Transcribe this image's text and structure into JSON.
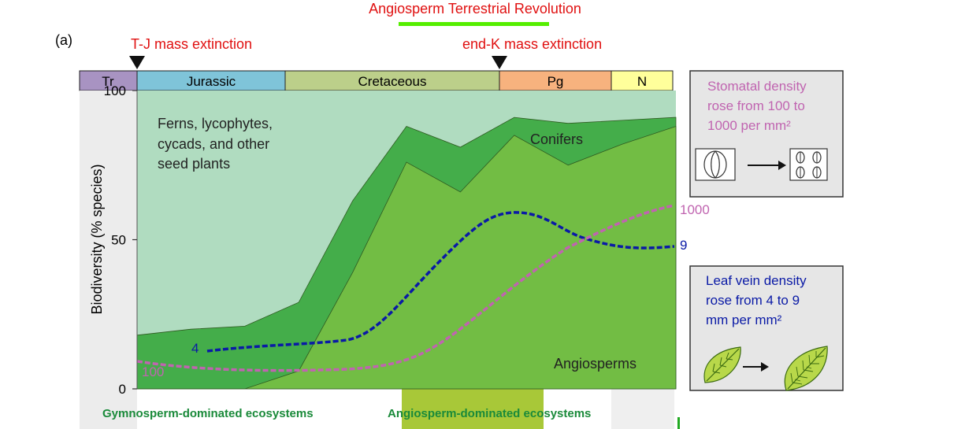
{
  "panel_label": "(a)",
  "header": {
    "title": "Angiosperm Terrestrial Revolution"
  },
  "events": {
    "tj": "T-J mass extinction",
    "endk": "end-K mass extinction"
  },
  "periods": [
    "Tr",
    "Jurassic",
    "Cretaceous",
    "Pg",
    "N"
  ],
  "colors": {
    "tr": "#a893c2",
    "jurassic": "#7fc4d9",
    "cretaceous": "#bccf8a",
    "pg": "#f7b27e",
    "n": "#ffff9b",
    "ferns_area": "#b0dcc0",
    "conifer_area": "#44ad4a",
    "angio_area": "#72bd44",
    "vein_line": "#0a1aa6",
    "stomata_line": "#c064b0",
    "event_red": "#e01010",
    "revolution_bar": "#55ee00",
    "gymno_text": "#1a8a3a",
    "angio_band": "#a8c838"
  },
  "chart_data": {
    "type": "area",
    "ylabel": "Biodiversity (% species)",
    "ylim": [
      0,
      100
    ],
    "yticks": [
      0,
      50,
      100
    ],
    "x": [
      0,
      1,
      2,
      3,
      4,
      5,
      6,
      7,
      8,
      9,
      10
    ],
    "series": [
      {
        "name": "Ferns, lycophytes, cycads, and other seed plants",
        "upper": [
          100,
          100,
          100,
          100,
          100,
          100,
          100,
          100,
          100,
          100,
          100
        ]
      },
      {
        "name": "Conifers",
        "upper": [
          18,
          20,
          21,
          29,
          63,
          88,
          81,
          91,
          89,
          90,
          91
        ]
      },
      {
        "name": "Angiosperms",
        "upper": [
          0,
          0,
          0,
          6,
          39,
          76,
          66,
          85,
          75,
          82,
          88
        ]
      }
    ],
    "area_labels": [
      "Ferns, lycophytes,",
      "cycads, and other",
      "seed plants",
      "Conifers",
      "Angiosperms"
    ],
    "vein_density": {
      "start_label": "4",
      "end_label": "9"
    },
    "stomatal_density": {
      "start_label": "100",
      "end_label": "1000"
    }
  },
  "side_boxes": {
    "stomata": {
      "lines": [
        "Stomatal density",
        "rose from 100 to",
        "1000 per mm²"
      ],
      "icon": "stomata-icon"
    },
    "vein": {
      "lines": [
        "Leaf vein density",
        "rose from 4 to 9",
        "mm per mm²"
      ],
      "icon": "leaf-icon"
    }
  },
  "footer": {
    "gymno": "Gymnosperm-dominated ecosystems",
    "angio": "Angiosperm-dominated ecosystems"
  }
}
